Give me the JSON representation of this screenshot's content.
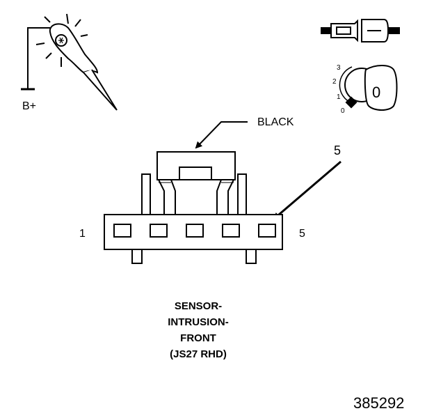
{
  "probe": {
    "voltage_label": "B+",
    "icon": "test-light-probe-icon"
  },
  "ignition": {
    "icon": "ignition-key-icon",
    "connector_icon": "inline-connector-icon",
    "positions": [
      "3",
      "2",
      "1",
      "0"
    ],
    "key_label": "0"
  },
  "connector": {
    "color_label": "BLACK",
    "pin_left": "1",
    "pin_right": "5",
    "pin_callout": "5",
    "cavity_count": 5
  },
  "title": {
    "line1": "SENSOR-",
    "line2": "INTRUSION-",
    "line3": "FRONT",
    "line4": "(JS27 RHD)"
  },
  "figure_number": "385292"
}
